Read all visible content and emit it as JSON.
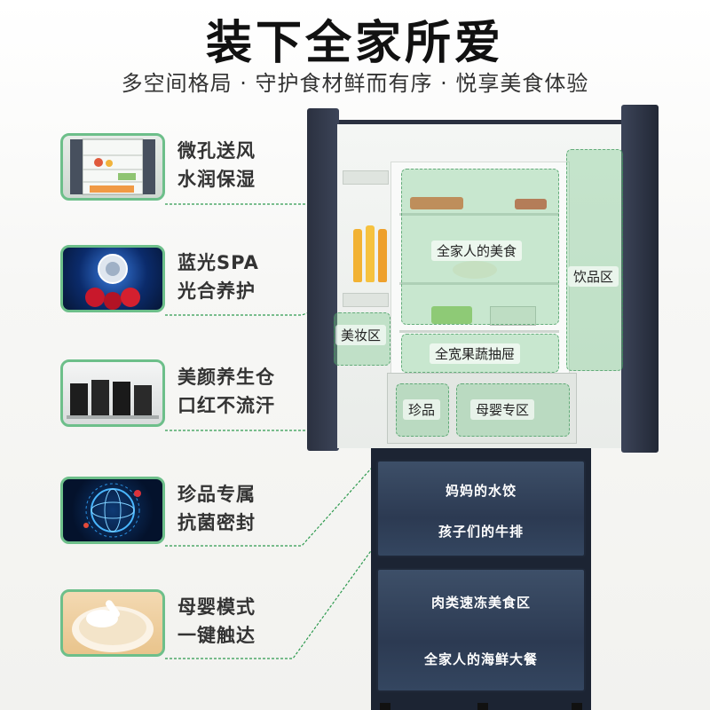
{
  "header": {
    "title": "装下全家所爱",
    "subtitle": "多空间格局 · 守护食材鲜而有序 · 悦享美食体验"
  },
  "features": [
    {
      "line1": "微孔送风",
      "line2": "水润保湿",
      "icon": "fridge-interior-thumbnail"
    },
    {
      "line1": "蓝光SPA",
      "line2": "光合养护",
      "icon": "blue-light-spa-thumbnail"
    },
    {
      "line1": "美颜养生仓",
      "line2": "口红不流汗",
      "icon": "lipstick-compartment-thumbnail"
    },
    {
      "line1": "珍品专属",
      "line2": "抗菌密封",
      "icon": "antibacterial-globe-thumbnail"
    },
    {
      "line1": "母婴模式",
      "line2": "一键触达",
      "icon": "baby-food-thumbnail"
    }
  ],
  "zones": {
    "family_food": "全家人的美食",
    "drinks": "饮品区",
    "makeup": "美妆区",
    "veg_drawer": "全宽果蔬抽屉",
    "treasure": "珍品",
    "baby": "母婴专区"
  },
  "drawers": {
    "top_line1": "妈妈的水饺",
    "top_line2": "孩子们的牛排",
    "bottom_line1": "肉类速冻美食区",
    "bottom_line2": "全家人的海鲜大餐"
  },
  "colors": {
    "accent_green": "#6dbf8a",
    "line_green": "#2e9a4f",
    "drawer_blue": "#344660"
  }
}
